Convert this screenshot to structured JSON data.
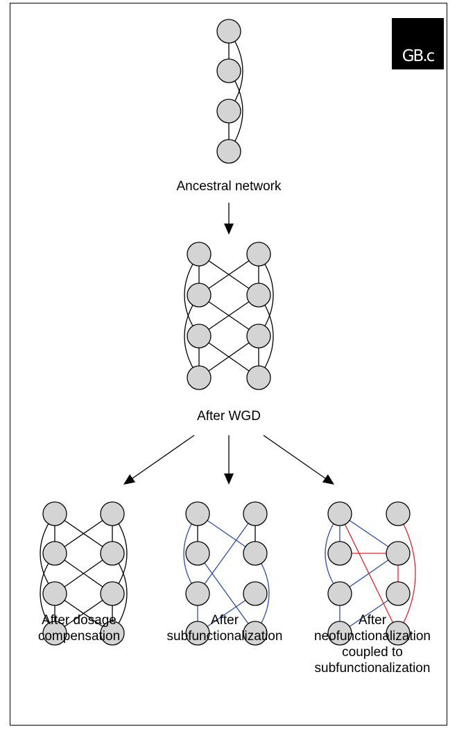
{
  "logo": {
    "text": "GB.c"
  },
  "labels": {
    "ancestral": "Ancestral network",
    "wgd": "After WGD",
    "dosage": [
      "After dosage",
      "compensation"
    ],
    "subfunc": [
      "After",
      "subfunctionalization"
    ],
    "neofunc": [
      "After",
      "neofunctionalization",
      "coupled to",
      "subfunctionalization"
    ]
  },
  "colors": {
    "node_fill": "#d4d4d4",
    "node_stroke": "#000000",
    "black_edge": "#000000",
    "blue_edge": "#2b4ea6",
    "red_edge": "#e0242b"
  }
}
